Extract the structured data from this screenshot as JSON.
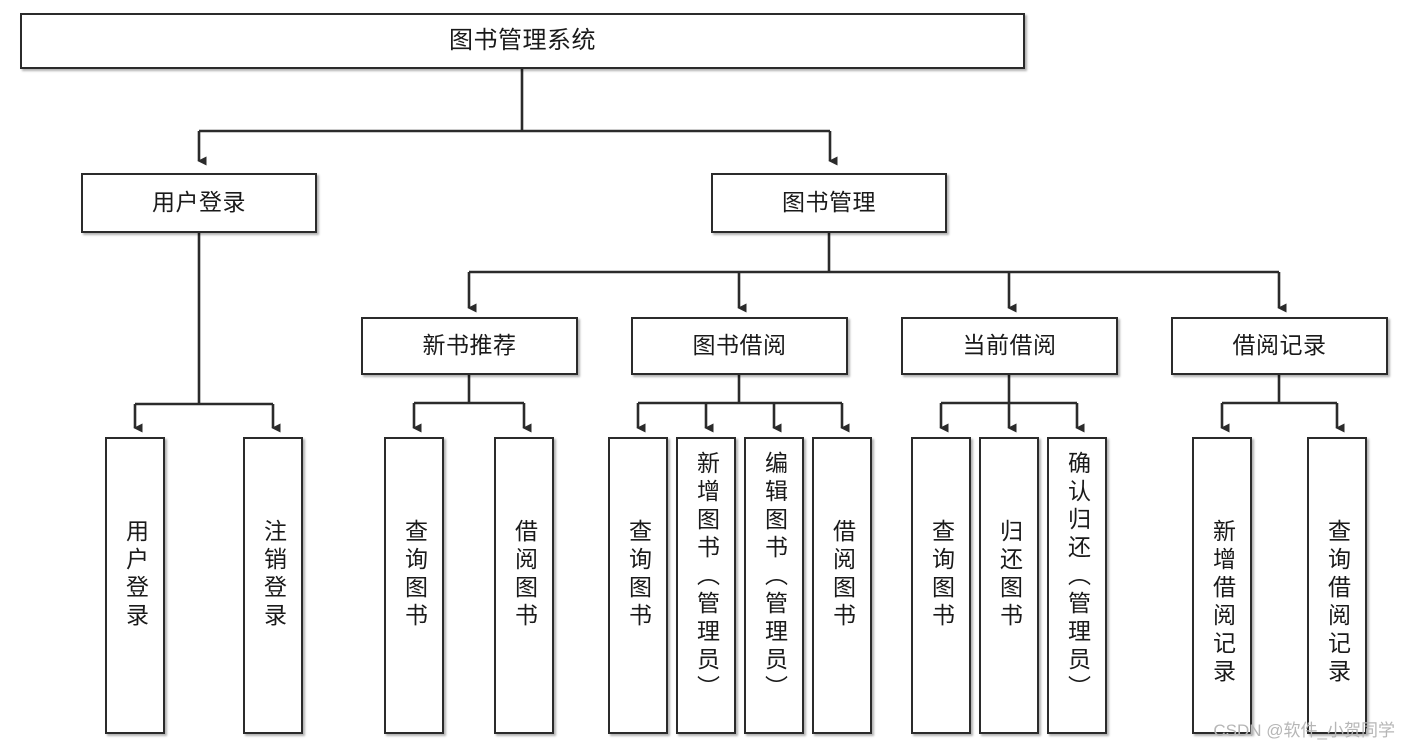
{
  "diagram": {
    "type": "tree",
    "title": "图书管理系统",
    "orientation": "top-down",
    "colors": {
      "box_border": "#2b2b2b",
      "box_fill": "#ffffff",
      "connector": "#2b2b2b",
      "background": "#ffffff",
      "watermark": "#b6b6b6"
    },
    "nodes": {
      "root": {
        "label": "图书管理系统"
      },
      "level2": [
        {
          "id": "user-login",
          "label": "用户登录"
        },
        {
          "id": "book-management",
          "label": "图书管理"
        }
      ],
      "level3": [
        {
          "id": "new-book-recommend",
          "label": "新书推荐"
        },
        {
          "id": "book-borrow",
          "label": "图书借阅"
        },
        {
          "id": "current-borrow",
          "label": "当前借阅"
        },
        {
          "id": "borrow-record",
          "label": "借阅记录"
        }
      ],
      "leaves": {
        "user-login": [
          {
            "id": "leaf-user-login",
            "label": "用户登录"
          },
          {
            "id": "leaf-logout",
            "label": "注销登录"
          }
        ],
        "new-book-recommend": [
          {
            "id": "leaf-query-book-1",
            "label": "查询图书"
          },
          {
            "id": "leaf-borrow-book-1",
            "label": "借阅图书"
          }
        ],
        "book-borrow": [
          {
            "id": "leaf-query-book-2",
            "label": "查询图书"
          },
          {
            "id": "leaf-add-book",
            "label": "新增图书（管理员）"
          },
          {
            "id": "leaf-edit-book",
            "label": "编辑图书（管理员）"
          },
          {
            "id": "leaf-borrow-book-2",
            "label": "借阅图书"
          }
        ],
        "current-borrow": [
          {
            "id": "leaf-query-book-3",
            "label": "查询图书"
          },
          {
            "id": "leaf-return-book",
            "label": "归还图书"
          },
          {
            "id": "leaf-confirm-return",
            "label": "确认归还（管理员）"
          }
        ],
        "borrow-record": [
          {
            "id": "leaf-add-record",
            "label": "新增借阅记录"
          },
          {
            "id": "leaf-query-record",
            "label": "查询借阅记录"
          }
        ]
      }
    },
    "watermark": "CSDN @软件_小贺同学"
  }
}
